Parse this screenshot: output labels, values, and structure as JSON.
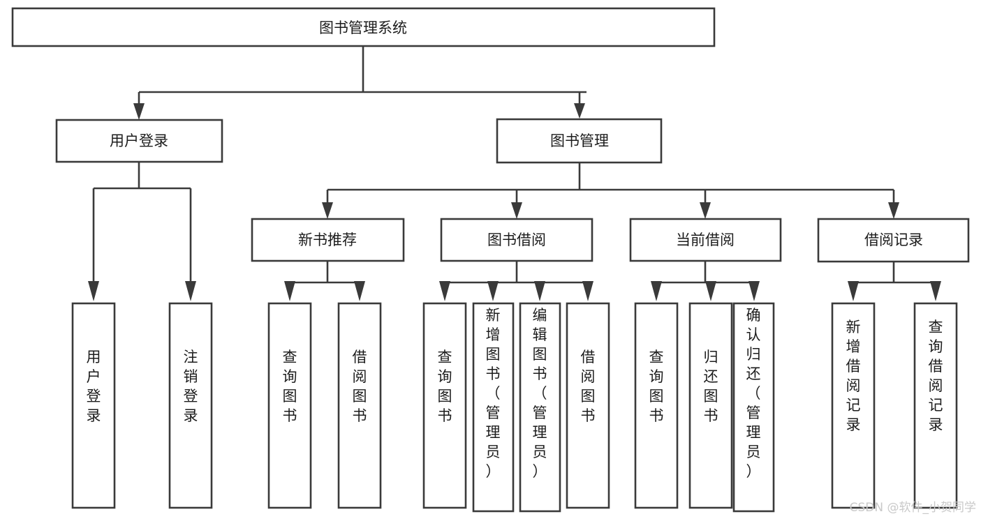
{
  "diagram": {
    "type": "tree-hierarchy-chart",
    "title": "图书管理系统",
    "orientation": "top-down",
    "colors": {
      "box_stroke": "#3a3a3a",
      "box_fill": "#ffffff",
      "connector": "#3a3a3a",
      "text": "#1c1c1c",
      "background": "#ffffff",
      "watermark": "#c9c9c9"
    },
    "levels": {
      "root": {
        "label": "图书管理系统"
      },
      "level1": [
        {
          "label": "用户登录"
        },
        {
          "label": "图书管理"
        }
      ],
      "level2": [
        {
          "label": "新书推荐"
        },
        {
          "label": "图书借阅"
        },
        {
          "label": "当前借阅"
        },
        {
          "label": "借阅记录"
        }
      ]
    },
    "leaves": {
      "user_login": [
        {
          "label": "用户登录"
        },
        {
          "label": "注销登录"
        }
      ],
      "new_book_recommend": [
        {
          "label": "查询图书"
        },
        {
          "label": "借阅图书"
        }
      ],
      "book_borrow": [
        {
          "label": "查询图书"
        },
        {
          "label": "新增图书（管理员）"
        },
        {
          "label": "编辑图书（管理员）"
        },
        {
          "label": "借阅图书"
        }
      ],
      "current_borrow": [
        {
          "label": "查询图书"
        },
        {
          "label": "归还图书"
        },
        {
          "label": "确认归还（管理员）"
        }
      ],
      "borrow_record": [
        {
          "label": "新增借阅记录"
        },
        {
          "label": "查询借阅记录"
        }
      ]
    },
    "watermark": "CSDN @软件_小贺同学"
  }
}
